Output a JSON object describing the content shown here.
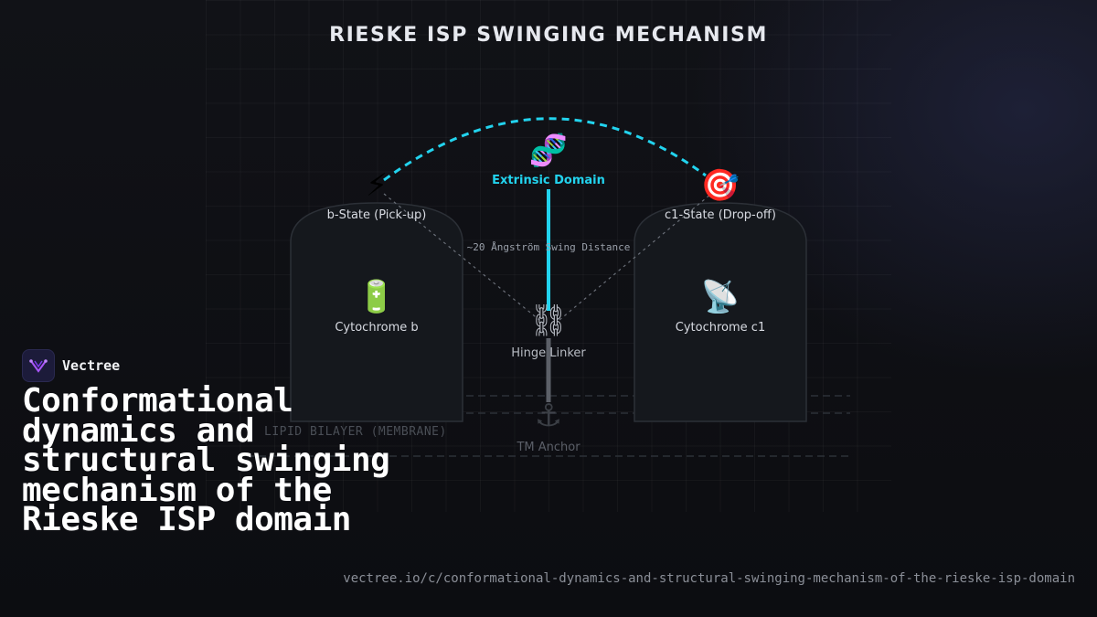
{
  "diagram": {
    "title": "RIESKE ISP SWINGING MECHANISM",
    "colors": {
      "accent": "#22d3ee",
      "panel": "#15181d",
      "background": "#0d0e12"
    },
    "nodes": {
      "b_state": {
        "icon": "lightning-icon",
        "glyph": "⚡",
        "label": "b-State (Pick-up)"
      },
      "extrinsic": {
        "icon": "dna-icon",
        "glyph": "🧬",
        "label": "Extrinsic Domain"
      },
      "c1_state": {
        "icon": "target-icon",
        "glyph": "🎯",
        "label": "c1-State (Drop-off)"
      },
      "cyt_b": {
        "icon": "battery-icon",
        "glyph": "🔋",
        "label": "Cytochrome b"
      },
      "cyt_c1": {
        "icon": "satellite-icon",
        "glyph": "📡",
        "label": "Cytochrome c1"
      },
      "hinge": {
        "icon": "chain-icon",
        "glyph": "⛓",
        "label": "Hinge Linker"
      },
      "anchor": {
        "icon": "anchor-icon",
        "glyph": "⚓",
        "label": "TM Anchor"
      }
    },
    "swing_label": "~20 Ångström Swing Distance",
    "membrane_label": "LIPID BILAYER (MEMBRANE)"
  },
  "brand": {
    "name": "Vectree",
    "logo_icon": "vectree-logo-icon"
  },
  "headline": "Conformational dynamics and structural swinging mechanism of the Rieske ISP domain",
  "url": "vectree.io/c/conformational-dynamics-and-structural-swinging-mechanism-of-the-rieske-isp-domain"
}
